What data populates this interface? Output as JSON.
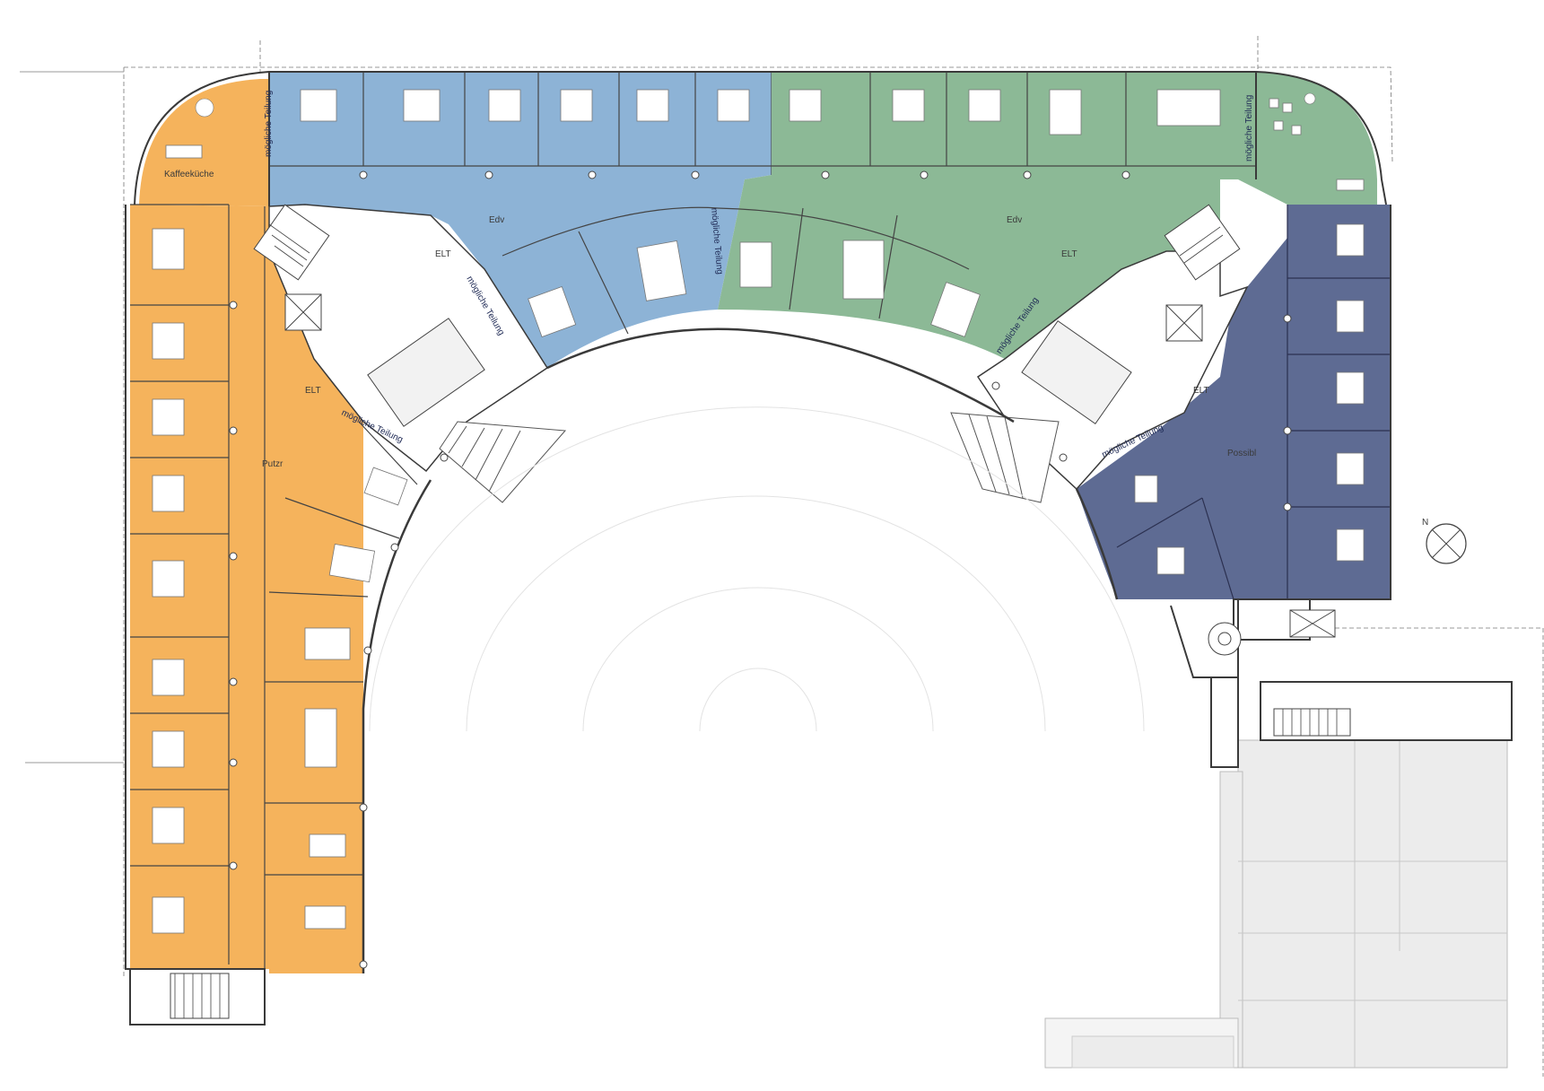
{
  "colors": {
    "orange": "#f5b35c",
    "blue": "#8db3d6",
    "green": "#8cb996",
    "navy": "#5e6b93",
    "grey_annex": "#e8e8e8",
    "wall": "#3a3a3a",
    "core": "#ffffff"
  },
  "labels": {
    "kaffeekueche": "Kaffeeküche",
    "putzr": "Putzr",
    "elt_left": "ELT",
    "elt_left_mid": "ELT",
    "elt_right_mid": "ELT",
    "elt_right": "ELT",
    "edv_left": "Edv",
    "edv_right": "Edv",
    "possibl": "Possibl",
    "teilung_top_left": "mögliche Teilung",
    "teilung_top_right": "mögliche Teilung",
    "teilung_arc_blue": "mögliche Teilung",
    "teilung_arc_mid": "mögliche Teilung",
    "teilung_arc_green": "mögliche Teilung",
    "teilung_left_core": "mögliche Teilung",
    "teilung_right_core": "mögliche Teilung",
    "north": "N"
  },
  "icons": {
    "north_arrow": "compass-north-icon",
    "stairs": "stairs-icon",
    "elevator": "elevator-icon"
  }
}
